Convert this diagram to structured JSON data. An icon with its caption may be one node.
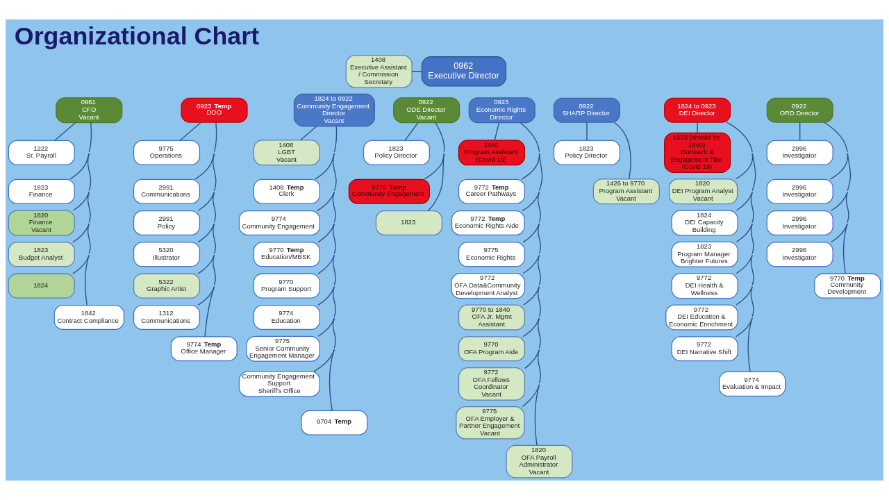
{
  "diagram": {
    "title": "Organizational Chart",
    "nodes": [
      {
        "text": [
          "0962",
          "Executive Director"
        ]
      },
      {
        "text": [
          "1408",
          "Executive Assistant / Commission Secretary"
        ]
      },
      {
        "text": [
          "0961",
          "CFO",
          "Vacant"
        ]
      },
      {
        "text": [
          "1222",
          "Sr. Payroll"
        ]
      },
      {
        "text": [
          "1823",
          "Finance"
        ]
      },
      {
        "text": [
          "1820",
          "Finance",
          "Vacant"
        ]
      },
      {
        "text": [
          "1823",
          "Budget Analyst"
        ]
      },
      {
        "text": [
          "1824"
        ]
      },
      {
        "text": [
          "1842",
          "Contract Compliance"
        ]
      },
      {
        "text": [
          "0923 **Temp**",
          "DOO"
        ]
      },
      {
        "text": [
          "9775",
          "Operations"
        ]
      },
      {
        "text": [
          "2991",
          "Communications"
        ]
      },
      {
        "text": [
          "2991",
          "Policy"
        ]
      },
      {
        "text": [
          "5320",
          "Illustrator"
        ]
      },
      {
        "text": [
          "5322",
          "Graphic Artist"
        ]
      },
      {
        "text": [
          "1312",
          "Communications"
        ]
      },
      {
        "text": [
          "9774 **Temp**",
          "Office Manager"
        ]
      },
      {
        "text": [
          "1824 to 0922",
          "Community Engagement Director",
          "Vacant"
        ]
      },
      {
        "text": [
          "1408",
          "LGBT",
          "Vacant"
        ]
      },
      {
        "text": [
          "1408 **Temp**",
          "Clerk"
        ]
      },
      {
        "text": [
          "9774",
          "Community Engagement"
        ]
      },
      {
        "text": [
          "9770 **Temp**",
          "Education/MBSK"
        ]
      },
      {
        "text": [
          "9770",
          "Program Support"
        ]
      },
      {
        "text": [
          "9774",
          "Education"
        ]
      },
      {
        "text": [
          "9775",
          "Senior Community Engagement Manager"
        ]
      },
      {
        "text": [
          "Community Engagement Support",
          "Sheriff's Office"
        ]
      },
      {
        "text": [
          "9704 **Temp**"
        ]
      },
      {
        "text": [
          "0922",
          "ODE Director",
          "Vacant"
        ]
      },
      {
        "text": [
          "1823",
          "Policy Director"
        ]
      },
      {
        "text": [
          "9775 **Temp**",
          "Community Engagement"
        ]
      },
      {
        "text": [
          "1823"
        ]
      },
      {
        "text": [
          "0923",
          "Economic Rights Director"
        ]
      },
      {
        "text": [
          "1840",
          "Program Assistant",
          "(Covid 19)"
        ]
      },
      {
        "text": [
          "9772 **Temp**",
          "Career Pathways"
        ]
      },
      {
        "text": [
          "9772 **Temp**",
          "Economic Rights Aide"
        ]
      },
      {
        "text": [
          "9775",
          "Economic Rights"
        ]
      },
      {
        "text": [
          "9772",
          "OFA Data&Community Development Analyst"
        ]
      },
      {
        "text": [
          "9770 to 1840",
          "OFA Jr. Mgmt Assistant"
        ]
      },
      {
        "text": [
          "9770",
          "OFA Program Aide"
        ]
      },
      {
        "text": [
          "9772",
          "OFA Fellows Coordinator",
          "Vacant"
        ]
      },
      {
        "text": [
          "9775",
          "OFA Employer & Partner Engagement",
          "Vacant"
        ]
      },
      {
        "text": [
          "1820",
          "OFA Payroll Administrator",
          "Vacant"
        ]
      },
      {
        "text": [
          "0922",
          "SHARP Director"
        ]
      },
      {
        "text": [
          "1823",
          "Policy Director"
        ]
      },
      {
        "text": [
          "1426 to 9770",
          "Program Assistant",
          "Vacant"
        ]
      },
      {
        "text": [
          "1824 to 0923",
          "DEI Director"
        ]
      },
      {
        "text": [
          "1823 (should be 1840)",
          "Outreach & Engagement Title",
          "(Covid 19)"
        ]
      },
      {
        "text": [
          "1820",
          "DEI Program Analyst",
          "Vacant"
        ]
      },
      {
        "text": [
          "1824",
          "DEI Capacity Building"
        ]
      },
      {
        "text": [
          "1823",
          "Program Manager Brighter Futures"
        ]
      },
      {
        "text": [
          "9772",
          "DEI Health & Wellness"
        ]
      },
      {
        "text": [
          "9772",
          "DEI Education & Economic Enrichment"
        ]
      },
      {
        "text": [
          "9772",
          "DEI Narrative Shift"
        ]
      },
      {
        "text": [
          "9774",
          "Evaluation & Impact"
        ]
      },
      {
        "text": [
          "0922",
          "ORD Director"
        ]
      },
      {
        "text": [
          "2996",
          "Investigator"
        ]
      },
      {
        "text": [
          "2996",
          "Investigator"
        ]
      },
      {
        "text": [
          "2996",
          "Investigator"
        ]
      },
      {
        "text": [
          "2996",
          "Investigator"
        ]
      },
      {
        "text": [
          "9770 **Temp**",
          "Community Development"
        ]
      }
    ],
    "edges": [
      {
        "from": 1,
        "to": 0,
        "arrow": "none",
        "color": "#404040"
      },
      {
        "from": 2,
        "to": 3,
        "arrow": "none"
      },
      {
        "from": 2,
        "to": 4,
        "arrow": "none"
      },
      {
        "from": 2,
        "to": 5,
        "arrow": "none"
      },
      {
        "from": 2,
        "to": 6,
        "arrow": "none"
      },
      {
        "from": 2,
        "to": 7,
        "arrow": "none"
      },
      {
        "from": 2,
        "to": 8,
        "arrow": "none"
      },
      {
        "from": 9,
        "to": 10,
        "arrow": "none"
      },
      {
        "from": 9,
        "to": 11,
        "arrow": "none"
      },
      {
        "from": 9,
        "to": 12,
        "arrow": "none"
      },
      {
        "from": 9,
        "to": 13,
        "arrow": "none"
      },
      {
        "from": 9,
        "to": 14,
        "arrow": "none"
      },
      {
        "from": 9,
        "to": 15,
        "arrow": "none"
      },
      {
        "from": 9,
        "to": 16,
        "arrow": "none"
      },
      {
        "from": 17,
        "to": 18,
        "arrow": "none"
      },
      {
        "from": 17,
        "to": 19,
        "arrow": "none"
      },
      {
        "from": 17,
        "to": 20,
        "arrow": "none"
      },
      {
        "from": 17,
        "to": 21,
        "arrow": "none"
      },
      {
        "from": 17,
        "to": 22,
        "arrow": "none"
      },
      {
        "from": 17,
        "to": 23,
        "arrow": "none"
      },
      {
        "from": 17,
        "to": 24,
        "arrow": "none"
      },
      {
        "from": 17,
        "to": 25,
        "arrow": "none"
      },
      {
        "from": 17,
        "to": 26,
        "arrow": "none"
      },
      {
        "from": 27,
        "to": 28,
        "arrow": "none"
      },
      {
        "from": 27,
        "to": 29,
        "arrow": "none"
      },
      {
        "from": 27,
        "to": 30,
        "arrow": "none"
      },
      {
        "from": 31,
        "to": 32,
        "arrow": "none"
      },
      {
        "from": 31,
        "to": 33,
        "arrow": "none"
      },
      {
        "from": 31,
        "to": 34,
        "arrow": "none"
      },
      {
        "from": 31,
        "to": 35,
        "arrow": "none"
      },
      {
        "from": 31,
        "to": 36,
        "arrow": "none"
      },
      {
        "from": 31,
        "to": 37,
        "arrow": "none"
      },
      {
        "from": 31,
        "to": 38,
        "arrow": "none"
      },
      {
        "from": 31,
        "to": 39,
        "arrow": "none"
      },
      {
        "from": 31,
        "to": 40,
        "arrow": "none"
      },
      {
        "from": 31,
        "to": 41,
        "arrow": "none"
      },
      {
        "from": 42,
        "to": 43,
        "arrow": "none"
      },
      {
        "from": 42,
        "to": 44,
        "arrow": "none"
      },
      {
        "from": 45,
        "to": 46,
        "arrow": "none"
      },
      {
        "from": 45,
        "to": 47,
        "arrow": "none"
      },
      {
        "from": 45,
        "to": 48,
        "arrow": "none"
      },
      {
        "from": 45,
        "to": 49,
        "arrow": "none"
      },
      {
        "from": 45,
        "to": 50,
        "arrow": "none"
      },
      {
        "from": 45,
        "to": 51,
        "arrow": "none"
      },
      {
        "from": 45,
        "to": 52,
        "arrow": "none"
      },
      {
        "from": 45,
        "to": 53,
        "arrow": "none"
      },
      {
        "from": 54,
        "to": 55,
        "arrow": "none"
      },
      {
        "from": 54,
        "to": 56,
        "arrow": "none"
      },
      {
        "from": 54,
        "to": 57,
        "arrow": "none"
      },
      {
        "from": 54,
        "to": 58,
        "arrow": "none"
      },
      {
        "from": 54,
        "to": 59,
        "arrow": "none"
      }
    ]
  }
}
